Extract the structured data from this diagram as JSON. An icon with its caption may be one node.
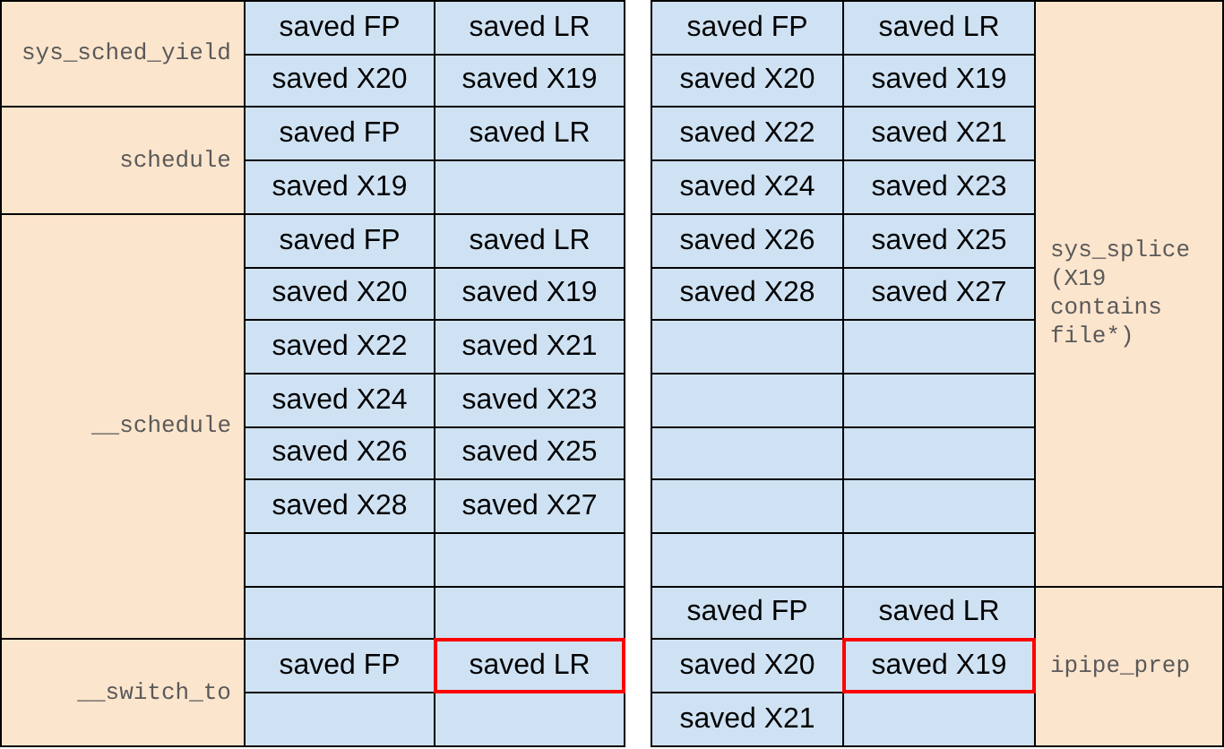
{
  "diagram": {
    "nodes": [
      {
        "text": [
          "sys_sched_yield"
        ]
      },
      {
        "text": [
          "saved FP"
        ]
      },
      {
        "text": [
          "saved LR"
        ]
      },
      {
        "text": [
          "saved X20"
        ]
      },
      {
        "text": [
          "saved X19"
        ]
      },
      {
        "text": [
          "schedule"
        ]
      },
      {
        "text": [
          "saved FP"
        ]
      },
      {
        "text": [
          "saved LR"
        ]
      },
      {
        "text": [
          "saved X19"
        ]
      },
      {
        "text": [],
        "shape": "box"
      },
      {
        "text": [
          "__schedule"
        ]
      },
      {
        "text": [
          "saved FP"
        ]
      },
      {
        "text": [
          "saved LR"
        ]
      },
      {
        "text": [
          "saved X20"
        ]
      },
      {
        "text": [
          "saved X19"
        ]
      },
      {
        "text": [
          "saved X22"
        ]
      },
      {
        "text": [
          "saved X21"
        ]
      },
      {
        "text": [
          "saved X24"
        ]
      },
      {
        "text": [
          "saved X23"
        ]
      },
      {
        "text": [
          "saved X26"
        ]
      },
      {
        "text": [
          "saved X25"
        ]
      },
      {
        "text": [
          "saved X28"
        ]
      },
      {
        "text": [
          "saved X27"
        ]
      },
      {
        "text": [],
        "shape": "box"
      },
      {
        "text": [],
        "shape": "box"
      },
      {
        "text": [],
        "shape": "box"
      },
      {
        "text": [],
        "shape": "box"
      },
      {
        "text": [
          "__switch_to"
        ]
      },
      {
        "text": [
          "saved FP"
        ]
      },
      {
        "text": [
          "saved LR"
        ]
      },
      {
        "text": [],
        "shape": "box"
      },
      {
        "text": [],
        "shape": "box"
      },
      {
        "text": [
          "saved FP"
        ]
      },
      {
        "text": [
          "saved LR"
        ]
      },
      {
        "text": [
          "sys_splice (X19 contains file*)"
        ]
      },
      {
        "text": [
          "saved X20"
        ]
      },
      {
        "text": [
          "saved X19"
        ]
      },
      {
        "text": [
          "saved X22"
        ]
      },
      {
        "text": [
          "saved X21"
        ]
      },
      {
        "text": [
          "saved X24"
        ]
      },
      {
        "text": [
          "saved X23"
        ]
      },
      {
        "text": [
          "saved X26"
        ]
      },
      {
        "text": [
          "saved X25"
        ]
      },
      {
        "text": [
          "saved X28"
        ]
      },
      {
        "text": [
          "saved X27"
        ]
      },
      {
        "text": [],
        "shape": "box"
      },
      {
        "text": [],
        "shape": "box"
      },
      {
        "text": [],
        "shape": "box"
      },
      {
        "text": [],
        "shape": "box"
      },
      {
        "text": [],
        "shape": "box"
      },
      {
        "text": [],
        "shape": "box"
      },
      {
        "text": [],
        "shape": "box"
      },
      {
        "text": [],
        "shape": "box"
      },
      {
        "text": [],
        "shape": "box"
      },
      {
        "text": [],
        "shape": "box"
      },
      {
        "text": [
          "saved FP"
        ]
      },
      {
        "text": [
          "saved LR"
        ]
      },
      {
        "text": [
          "ipipe_prep"
        ]
      },
      {
        "text": [
          "saved X20"
        ]
      },
      {
        "text": [
          "saved X19"
        ]
      },
      {
        "text": [
          "saved X21"
        ]
      },
      {
        "text": [],
        "shape": "box"
      }
    ],
    "edges": []
  }
}
